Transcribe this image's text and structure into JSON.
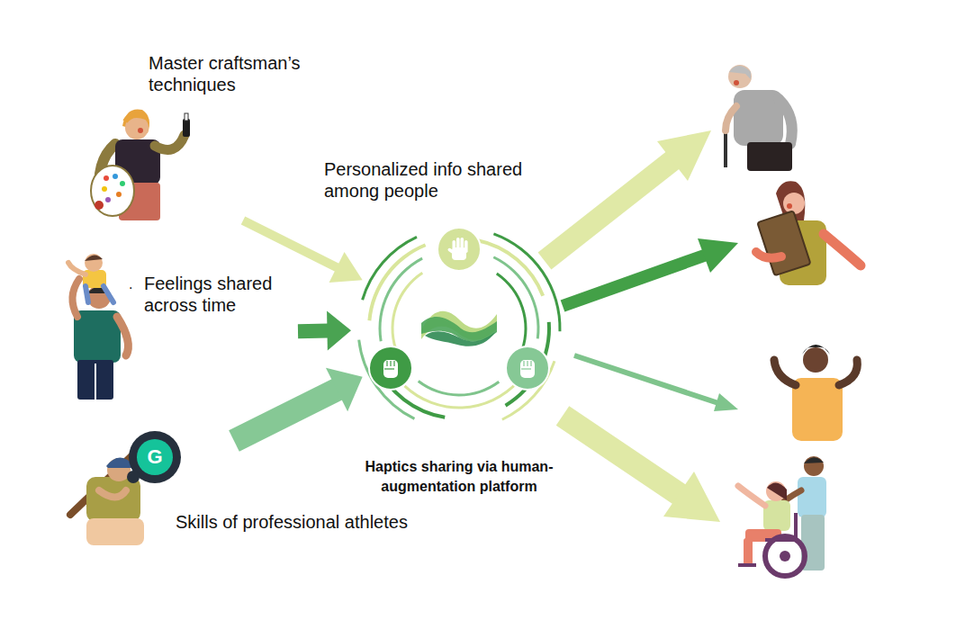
{
  "diagram": {
    "nodes": [
      {
        "text": [
          "Master craftsman’s techniques"
        ]
      },
      {
        "text": [
          "Feelings shared across time"
        ]
      },
      {
        "text": [
          "Skills of professional athletes"
        ]
      },
      {
        "text": [
          "Haptics sharing via human-augmentation platform"
        ]
      }
    ],
    "edges": [
      {
        "from": 0,
        "to": 3,
        "arrow": "to"
      },
      {
        "from": 1,
        "to": 3,
        "arrow": "to"
      },
      {
        "from": 2,
        "to": 3,
        "arrow": "to"
      }
    ],
    "labels": [
      "Personalized info shared among people",
      ".",
      "G"
    ]
  }
}
